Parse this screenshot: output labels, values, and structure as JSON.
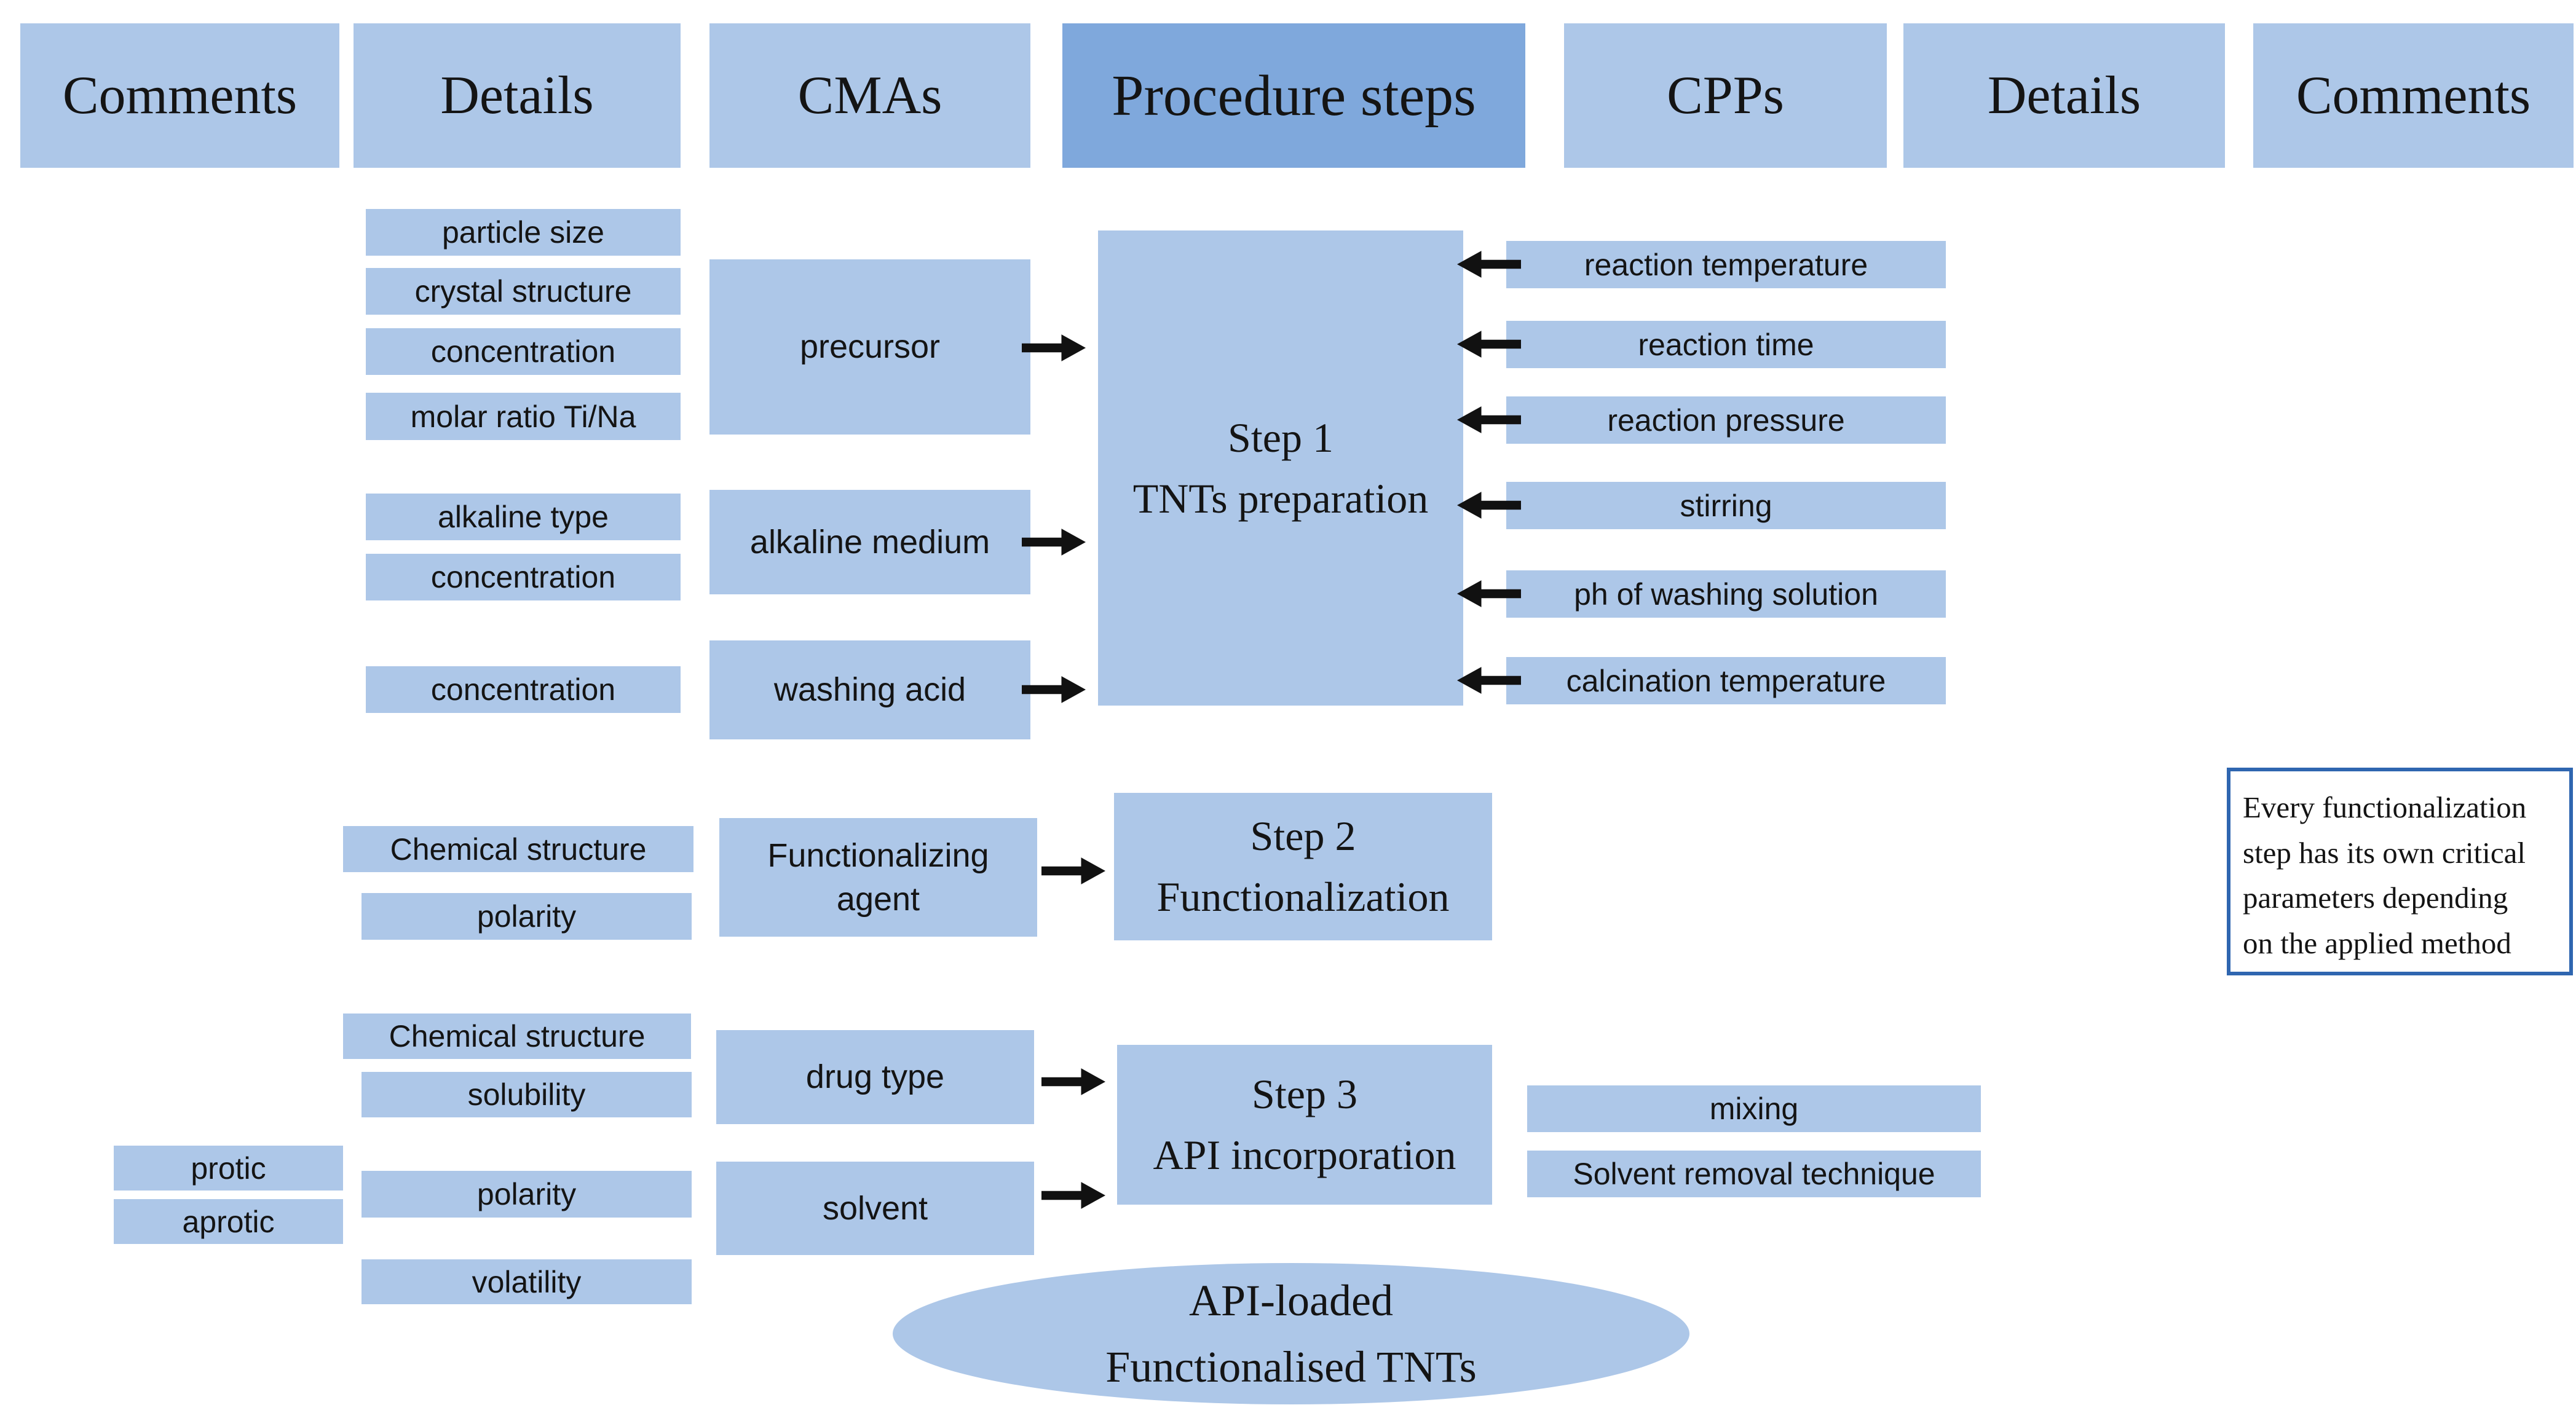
{
  "colors": {
    "box": "#adc7e8",
    "box_dark": "#7fa8dc",
    "comment_border": "#2f66b0",
    "arrow": "#111111"
  },
  "header": {
    "cells": [
      "Comments",
      "Details",
      "CMAs",
      "Procedure steps",
      "CPPs",
      "Details",
      "Comments"
    ]
  },
  "step1": {
    "title": [
      "Step 1",
      "TNTs preparation"
    ],
    "details": [
      "particle size",
      "crystal structure",
      "concentration",
      "molar ratio Ti/Na",
      "alkaline type",
      "concentration",
      "concentration"
    ],
    "cmas": [
      "precursor",
      "alkaline medium",
      "washing acid"
    ],
    "cpps": [
      "reaction temperature",
      "reaction time",
      "reaction pressure",
      "stirring",
      "ph of washing solution",
      "calcination temperature"
    ]
  },
  "step2": {
    "title": [
      "Step 2",
      "Functionalization"
    ],
    "details": [
      "Chemical structure",
      "polarity"
    ],
    "cma": "Functionalizing agent",
    "comment_lines": [
      "Every functionalization",
      "step has its own critical",
      "parameters depending",
      "on the applied method"
    ]
  },
  "step3": {
    "title": [
      "Step 3",
      "API incorporation"
    ],
    "details": [
      "Chemical structure",
      "solubility",
      "polarity",
      "volatility"
    ],
    "cmas": [
      "drug type",
      "solvent"
    ],
    "comments": [
      "protic",
      "aprotic"
    ],
    "cpps": [
      "mixing",
      "Solvent removal technique"
    ]
  },
  "result": {
    "lines": [
      "API-loaded",
      "Functionalised TNTs"
    ]
  }
}
